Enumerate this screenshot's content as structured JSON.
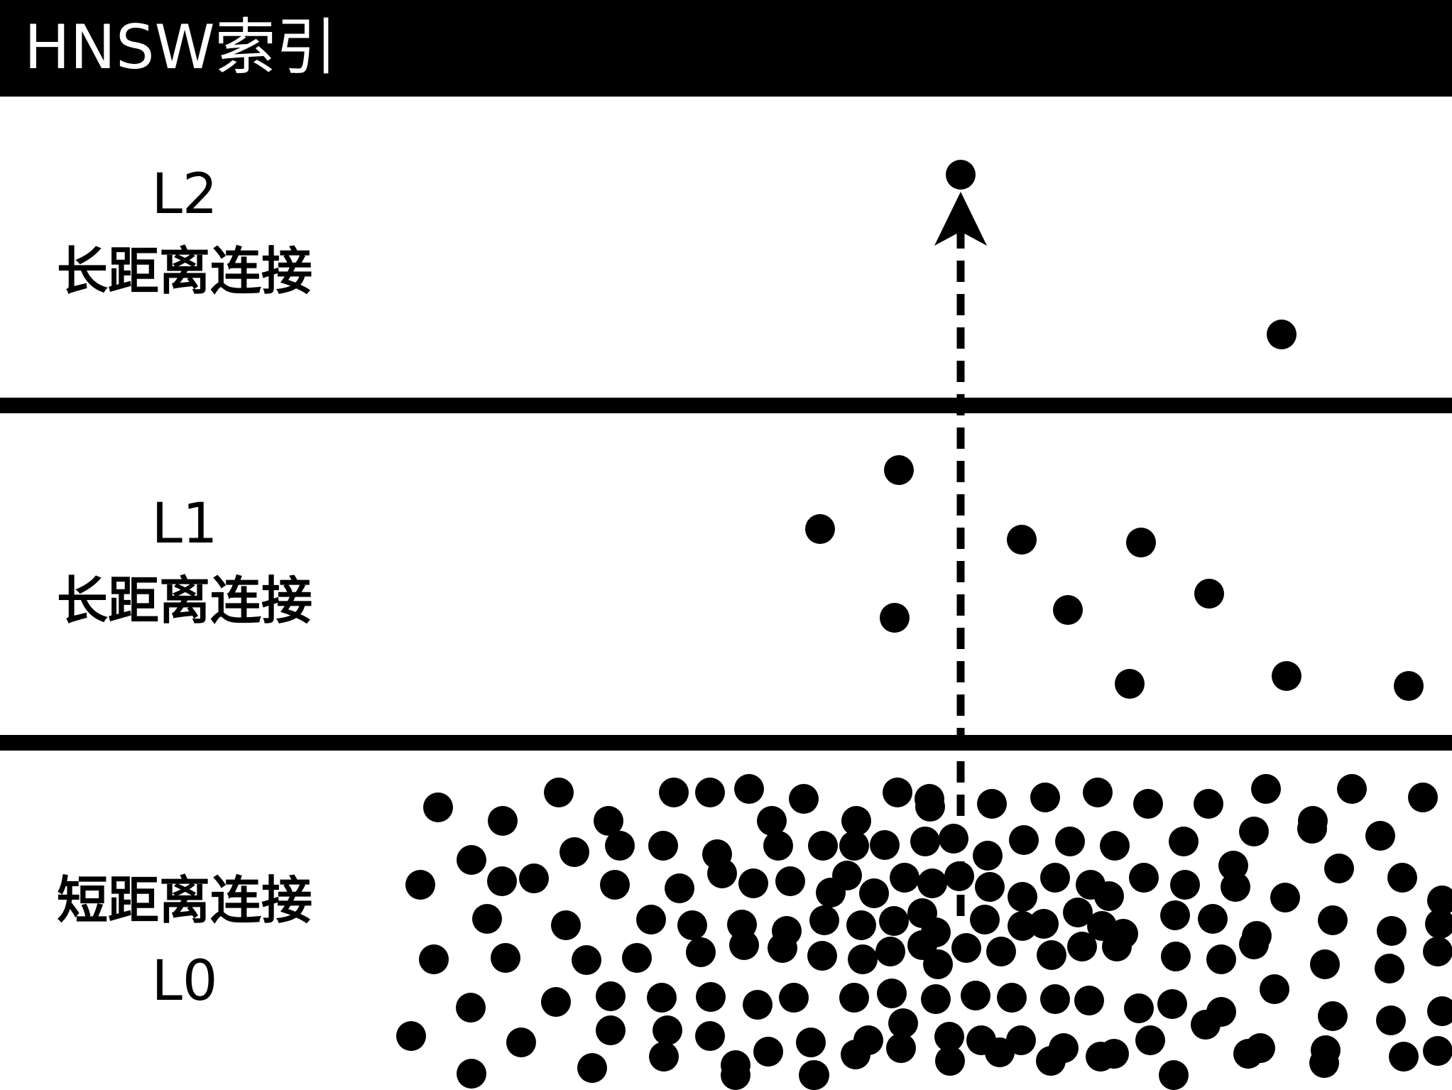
{
  "title": "HNSW索引",
  "colors": {
    "ink": "#000000",
    "paper": "#ffffff"
  },
  "layers": [
    {
      "id": "L2",
      "layer_label": "L2",
      "caption": "长距离连接"
    },
    {
      "id": "L1",
      "layer_label": "L1",
      "caption": "长距离连接"
    },
    {
      "id": "L0",
      "layer_label": "L0",
      "caption": "短距离连接"
    }
  ],
  "arrow": {
    "style": "dashed",
    "direction": "up",
    "from_layer": "L0",
    "to_layer": "L2"
  }
}
